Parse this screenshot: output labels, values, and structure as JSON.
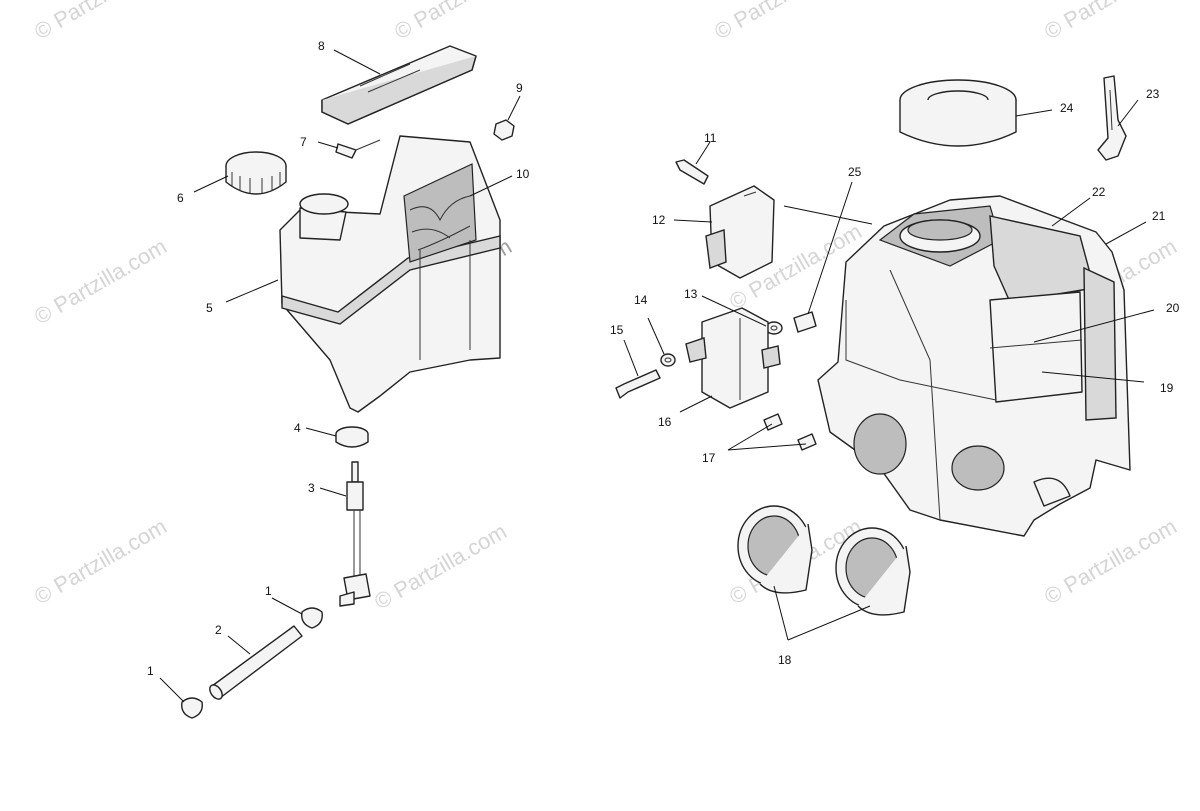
{
  "watermark": "© Partzilla.com",
  "callouts": {
    "c1a": "1",
    "c1b": "1",
    "c2": "2",
    "c3": "3",
    "c4": "4",
    "c5": "5",
    "c6": "6",
    "c7": "7",
    "c8": "8",
    "c9": "9",
    "c10": "10",
    "c11": "11",
    "c12": "12",
    "c13": "13",
    "c14": "14",
    "c15": "15",
    "c16": "16",
    "c17": "17",
    "c18": "18",
    "c19": "19",
    "c20": "20",
    "c21": "21",
    "c22": "22",
    "c23": "23",
    "c24": "24",
    "c25": "25"
  },
  "colors": {
    "line": "#222222",
    "fill": "#f4f4f4",
    "watermark": "#c8c8c8"
  }
}
